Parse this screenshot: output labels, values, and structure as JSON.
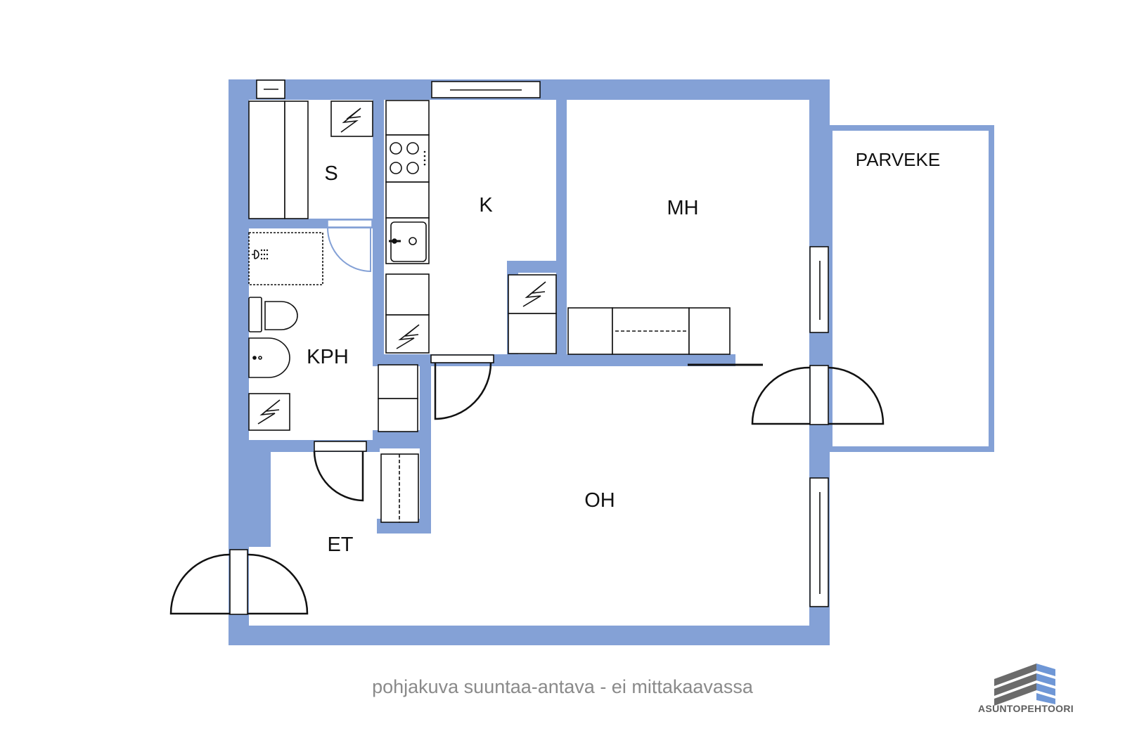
{
  "rooms": {
    "s": "S",
    "k": "K",
    "mh": "MH",
    "kph": "KPH",
    "oh": "OH",
    "et": "ET",
    "parveke": "PARVEKE"
  },
  "caption": "pohjakuva suuntaa-antava - ei mittakaavassa",
  "brand": {
    "name": "ASUNTOPEHTOORI",
    "logo_icon": "building-stripes-icon"
  },
  "colors": {
    "wall": "#84A1D6",
    "line": "#111111",
    "caption": "#8a8a8a",
    "logo_gray": "#6b6b6b",
    "logo_blue": "#6f97d6"
  }
}
